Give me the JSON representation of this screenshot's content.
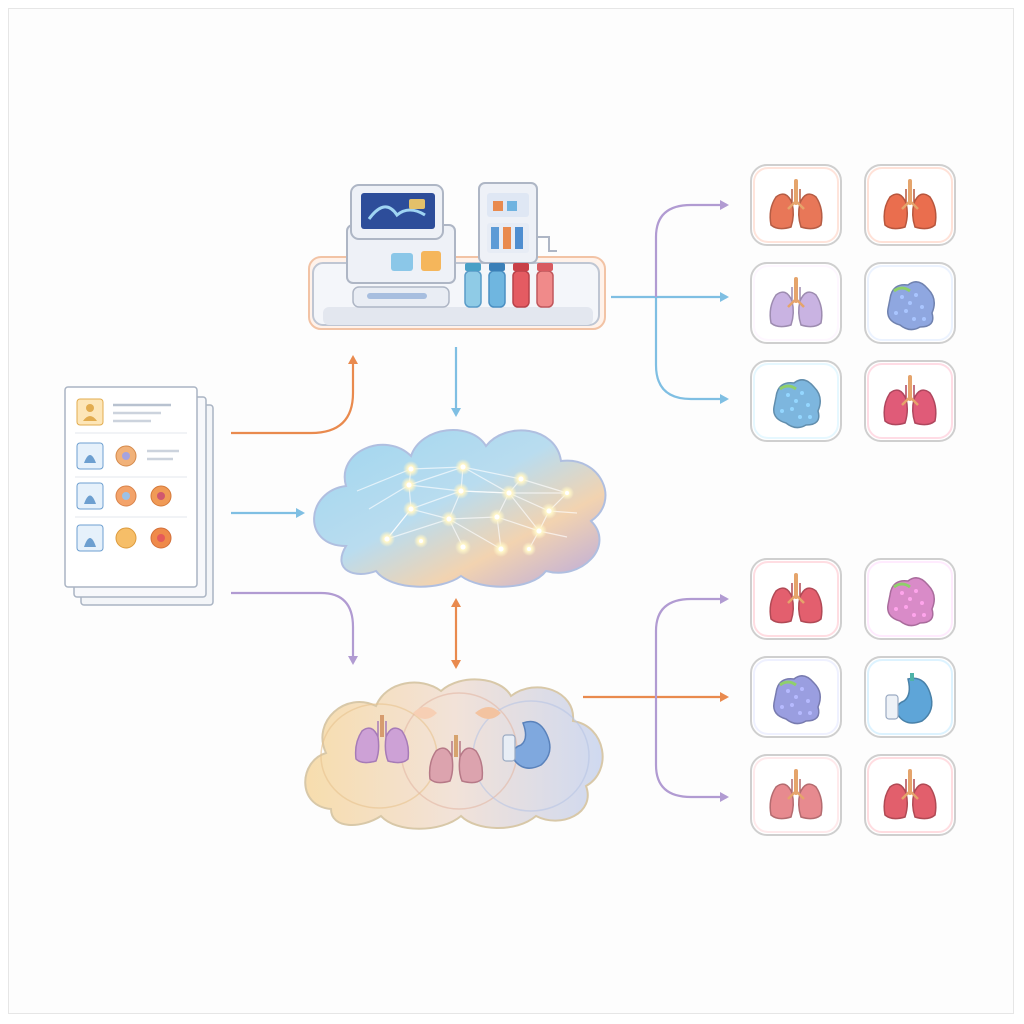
{
  "diagram": {
    "colors": {
      "orange": "#e98a4e",
      "blue": "#7fbfe3",
      "purple": "#b19bd2",
      "panel_border": "#cfcfcf"
    },
    "source": {
      "kind": "stacked-documents",
      "rows": 4
    },
    "device": {
      "kind": "lab-analyzer-with-sample-tubes"
    },
    "network_cloud": {
      "kind": "neural-network-cloud"
    },
    "organ_clusters": {
      "kind": "organ-cluster-cloud",
      "organs": [
        "lungs-purple",
        "lungs-pink",
        "stomach-blue"
      ]
    },
    "top_outputs": [
      {
        "icon": "lungs-icon",
        "tint": "#e87758"
      },
      {
        "icon": "lungs-icon",
        "tint": "#ea6e4e"
      },
      {
        "icon": "lungs-icon",
        "tint": "#c9b3e2"
      },
      {
        "icon": "tissue-icon",
        "tint": "#8fa7e0"
      },
      {
        "icon": "tissue-icon",
        "tint": "#7db6de"
      },
      {
        "icon": "lungs-icon",
        "tint": "#e05b78"
      }
    ],
    "bottom_outputs": [
      {
        "icon": "lungs-icon",
        "tint": "#e35f6e"
      },
      {
        "icon": "tissue-icon",
        "tint": "#d98bc8"
      },
      {
        "icon": "tissue-icon",
        "tint": "#9a9ee0"
      },
      {
        "icon": "stomach-icon",
        "tint": "#5ea5d8"
      },
      {
        "icon": "lungs-icon",
        "tint": "#e78a8f"
      },
      {
        "icon": "lungs-icon",
        "tint": "#e25f6c"
      }
    ]
  }
}
